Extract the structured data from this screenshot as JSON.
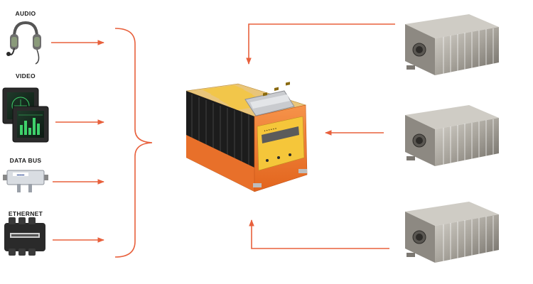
{
  "inputs": [
    {
      "label": "AUDIO",
      "icon": "headset-icon"
    },
    {
      "label": "VIDEO",
      "icon": "display-monitor-icon"
    },
    {
      "label": "DATA BUS",
      "icon": "data-bus-coupler-icon"
    },
    {
      "label": "ETHERNET",
      "icon": "ethernet-switch-icon"
    }
  ],
  "recorder": {
    "icon": "flight-recorder-unit-icon"
  },
  "remote_units": [
    {
      "icon": "remote-acquisition-unit-icon"
    },
    {
      "icon": "remote-acquisition-unit-icon"
    },
    {
      "icon": "remote-acquisition-unit-icon"
    }
  ],
  "colors": {
    "arrow": "#e8603c",
    "recorder_body": "#f07a2a",
    "recorder_panel": "#f5c63a",
    "heatsink": "#1c1c1c",
    "remote_unit_metal": "#a8a49c"
  }
}
